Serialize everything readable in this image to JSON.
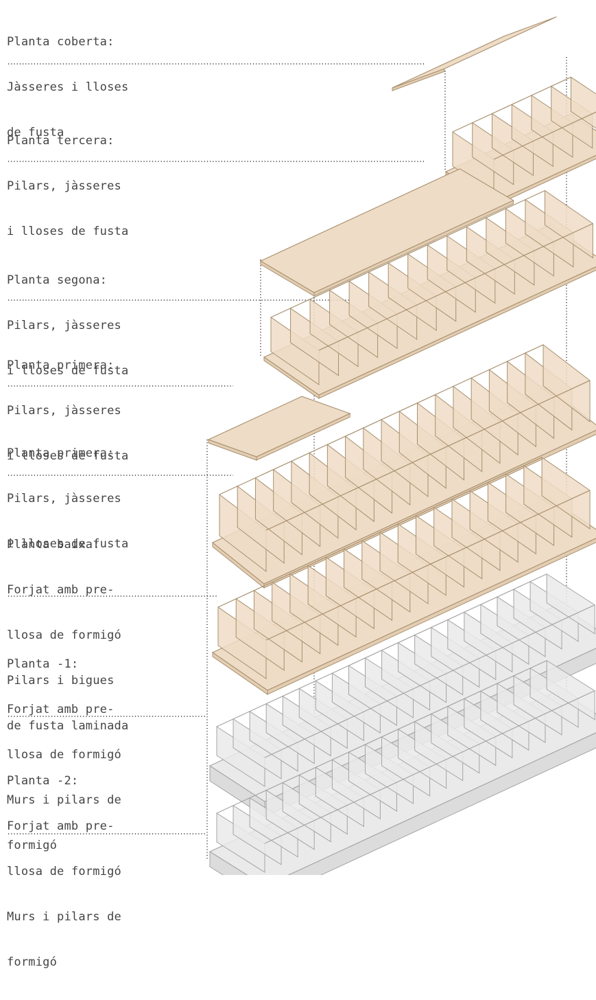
{
  "colors": {
    "wood_fill": "#eedcc6",
    "wood_stroke": "#a8906f",
    "concrete_fill": "#eaeaea",
    "concrete_stroke": "#a4a4a4",
    "leader": "#333333",
    "text": "#444444"
  },
  "levels": [
    {
      "id": "coberta",
      "lines": [
        "Planta coberta:",
        "Jàsseres i lloses",
        "de fusta"
      ],
      "material": "wood"
    },
    {
      "id": "tercera",
      "lines": [
        "Planta tercera:",
        "Pilars, jàsseres",
        "i lloses de fusta"
      ],
      "material": "wood"
    },
    {
      "id": "segona",
      "lines": [
        "Planta segona:",
        "Pilars, jàsseres",
        "i lloses de fusta"
      ],
      "material": "wood"
    },
    {
      "id": "primera-a",
      "lines": [
        "Planta primera:",
        "Pilars, jàsseres",
        "i lloses de fusta"
      ],
      "material": "wood"
    },
    {
      "id": "primera-b",
      "lines": [
        "Planta primera:",
        "Pilars, jàsseres",
        "i lloses de fusta"
      ],
      "material": "wood"
    },
    {
      "id": "baixa",
      "lines": [
        "Planta baixa:",
        "Forjat amb pre-",
        "llosa de formigó",
        "Pilars i bigues",
        "de fusta laminada"
      ],
      "material": "wood"
    },
    {
      "id": "menys1",
      "lines": [
        "Planta -1:",
        "Forjat amb pre-",
        "llosa de formigó",
        "Murs i pilars de",
        "formigó"
      ],
      "material": "concrete"
    },
    {
      "id": "menys2",
      "lines": [
        "Planta -2:",
        "Forjat amb pre-",
        "llosa de formigó",
        "Murs i pilars de",
        "formigó"
      ],
      "material": "concrete"
    }
  ]
}
